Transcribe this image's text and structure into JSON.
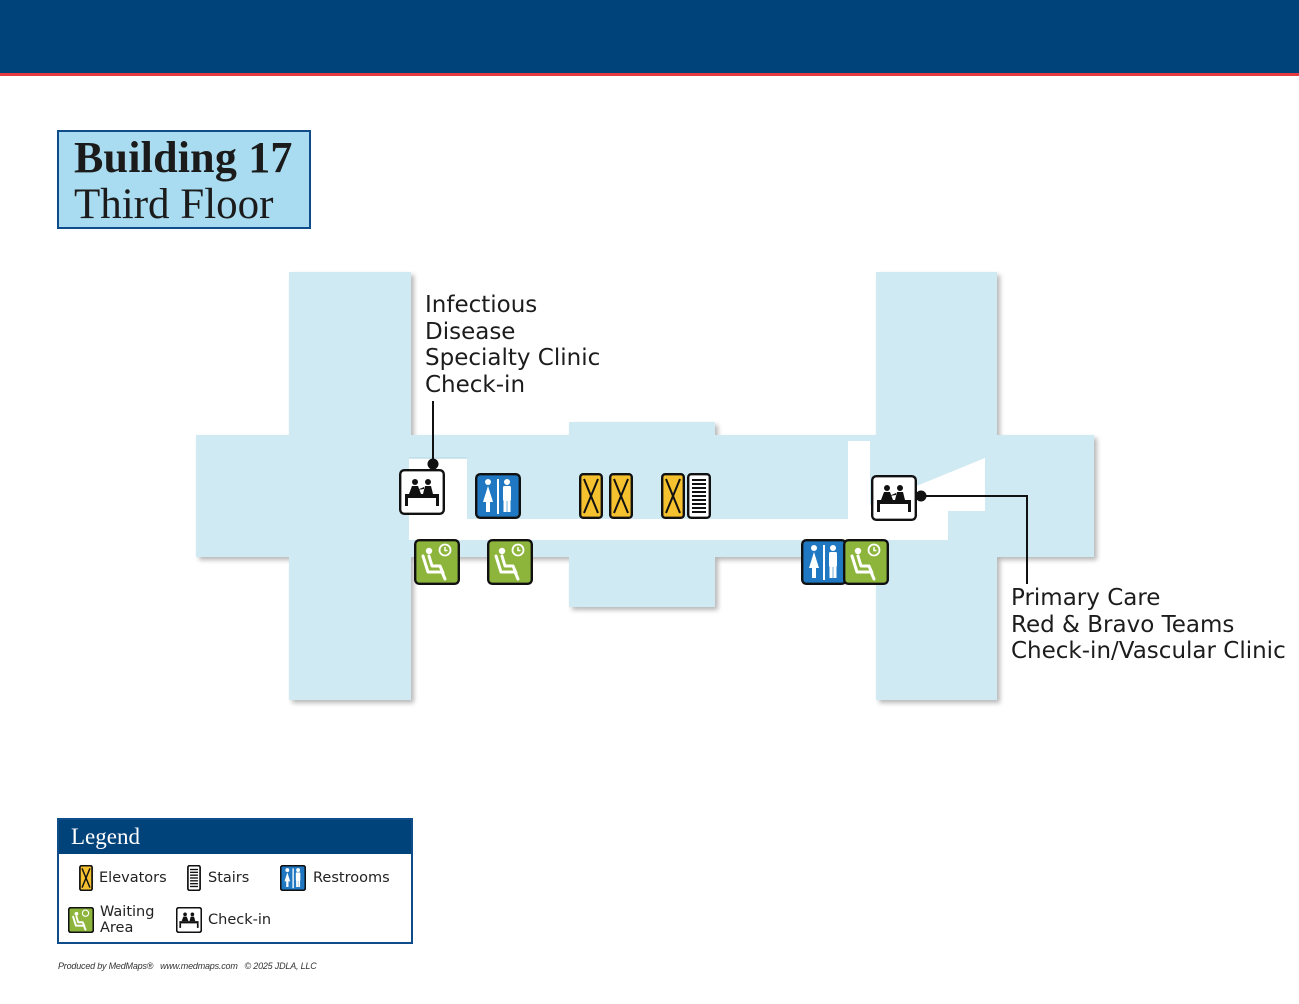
{
  "title": {
    "building": "Building 17",
    "floor": "Third Floor"
  },
  "map": {
    "labels": [
      {
        "lines": [
          "Infectious",
          "Disease",
          "Specialty Clinic",
          "Check-in"
        ]
      },
      {
        "lines": [
          "Primary Care",
          "Red & Bravo Teams",
          "Check-in/Vascular Clinic"
        ]
      }
    ],
    "icons": [
      "check-in",
      "restrooms",
      "elevators",
      "stairs",
      "waiting-area"
    ]
  },
  "legend": {
    "title": "Legend",
    "items": [
      {
        "icon": "elevator",
        "label": "Elevators"
      },
      {
        "icon": "stairs",
        "label": "Stairs"
      },
      {
        "icon": "restroom",
        "label": "Restrooms"
      },
      {
        "icon": "waiting",
        "label_line1": "Waiting",
        "label_line2": "Area"
      },
      {
        "icon": "check-in",
        "label": "Check-in"
      }
    ]
  },
  "footer": {
    "produced_by": "Produced by MedMaps®",
    "url": "www.medmaps.com",
    "copyright": "© 2025 JDLA, LLC"
  },
  "colors": {
    "header": "#00427a",
    "header_stripe": "#e63a3f",
    "floor": "#cfeaf2",
    "title_box": "#a9dcf0",
    "elevator": "#f6c12f",
    "restroom": "#1f78c1",
    "waiting": "#8db53c"
  }
}
